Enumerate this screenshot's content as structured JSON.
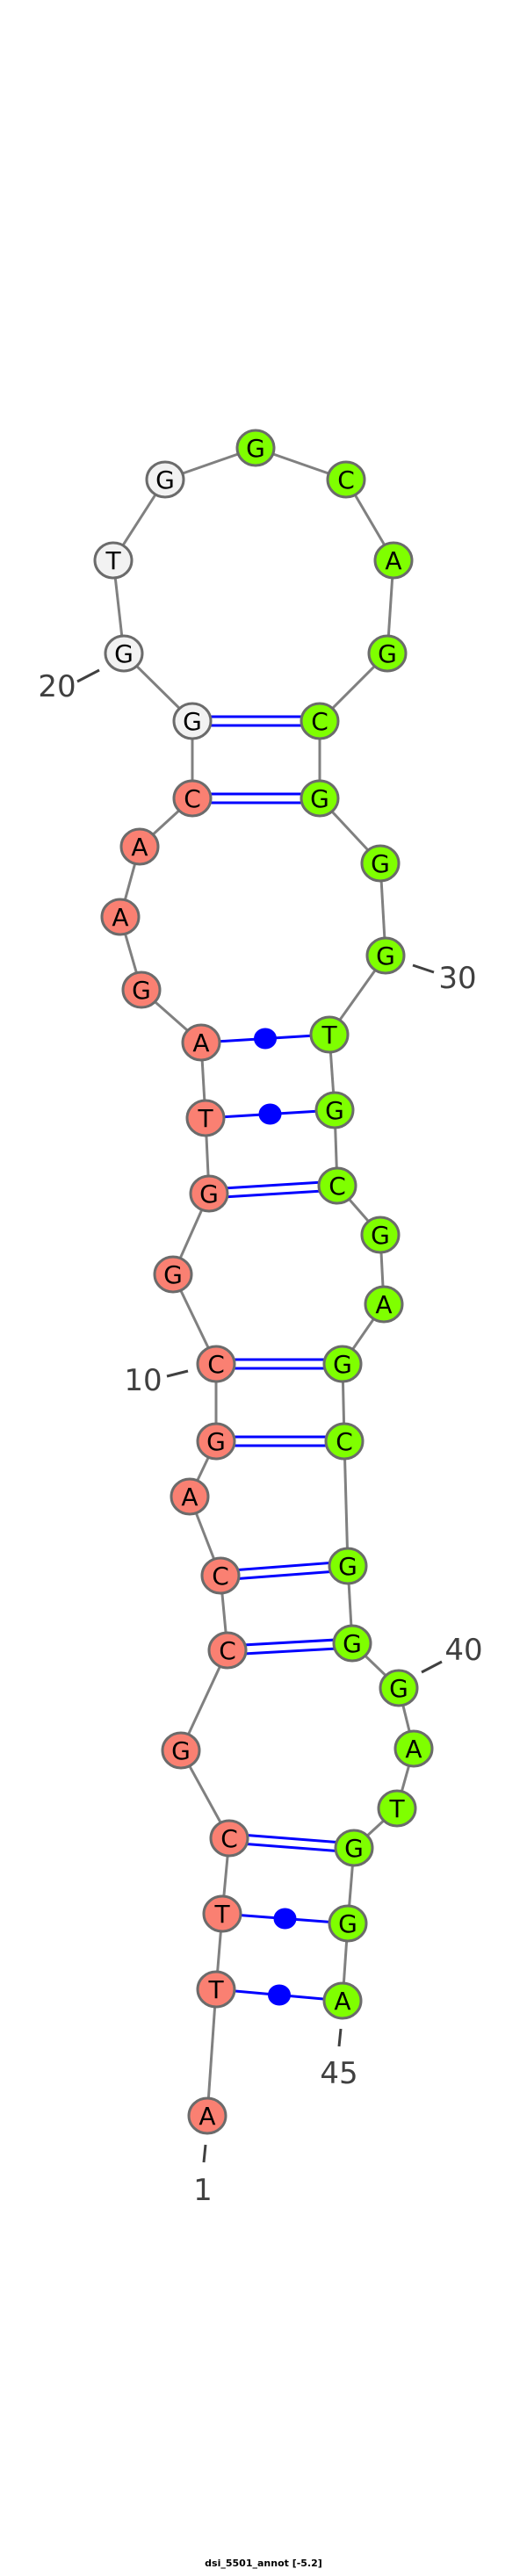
{
  "title": "dsi_5501_annot [-5.2]",
  "sequence": [
    "A",
    "T",
    "T",
    "C",
    "G",
    "C",
    "C",
    "A",
    "G",
    "C",
    "G",
    "G",
    "T",
    "A",
    "G",
    "A",
    "A",
    "C",
    "G",
    "G",
    "T",
    "G",
    "G",
    "C",
    "A",
    "G",
    "C",
    "G",
    "G",
    "G",
    "T",
    "G",
    "C",
    "G",
    "A",
    "G",
    "C",
    "G",
    "G",
    "G",
    "A",
    "T",
    "G",
    "G",
    "A"
  ],
  "colors": {
    "region1": "#fa8072",
    "region2": "#f2f2f2",
    "region3": "#7fff00",
    "pair": "#0000ff",
    "backbone": "#808080",
    "outline": "#6b6b6b"
  },
  "color_ranges": [
    {
      "from": 1,
      "to": 18,
      "color": "#fa8072"
    },
    {
      "from": 19,
      "to": 22,
      "color": "#f2f2f2"
    },
    {
      "from": 23,
      "to": 45,
      "color": "#7fff00"
    }
  ],
  "pairs": [
    {
      "i": 2,
      "j": 45,
      "type": "wobble"
    },
    {
      "i": 3,
      "j": 44,
      "type": "wobble"
    },
    {
      "i": 4,
      "j": 43,
      "type": "canonical"
    },
    {
      "i": 6,
      "j": 39,
      "type": "canonical"
    },
    {
      "i": 7,
      "j": 38,
      "type": "canonical"
    },
    {
      "i": 9,
      "j": 37,
      "type": "canonical"
    },
    {
      "i": 10,
      "j": 36,
      "type": "canonical"
    },
    {
      "i": 12,
      "j": 33,
      "type": "canonical"
    },
    {
      "i": 13,
      "j": 32,
      "type": "wobble"
    },
    {
      "i": 14,
      "j": 31,
      "type": "wobble"
    },
    {
      "i": 18,
      "j": 28,
      "type": "canonical"
    },
    {
      "i": 19,
      "j": 27,
      "type": "canonical"
    }
  ],
  "position_labels": [
    {
      "index": 1,
      "text": "1"
    },
    {
      "index": 10,
      "text": "10"
    },
    {
      "index": 20,
      "text": "20"
    },
    {
      "index": 30,
      "text": "30"
    },
    {
      "index": 40,
      "text": "40"
    },
    {
      "index": 45,
      "text": "45"
    }
  ]
}
